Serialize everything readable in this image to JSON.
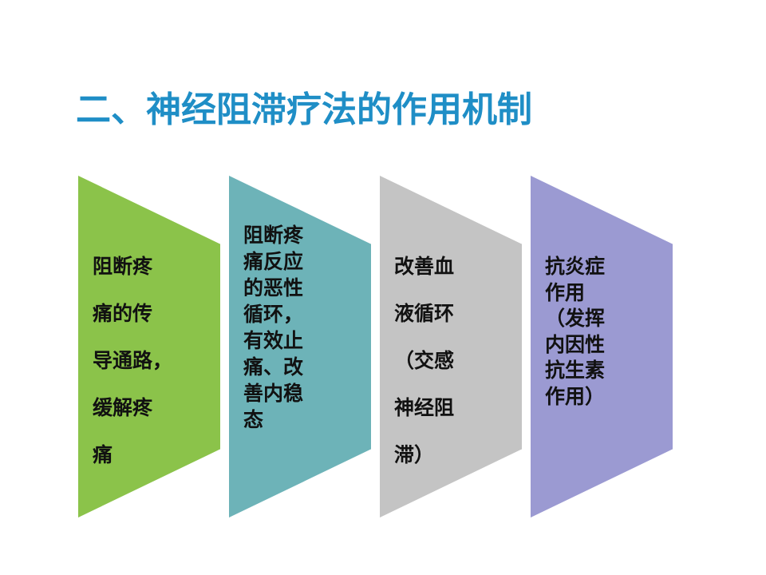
{
  "slide": {
    "title": "二、神经阻滞疗法的作用机制"
  },
  "steps": [
    {
      "text": "阻断疼\n痛的传\n导通路，\n缓解疼\n痛",
      "color": "#8bc34a"
    },
    {
      "text": "阻断疼\n痛反应\n的恶性\n循环，\n有效止\n痛、改\n善内稳\n态",
      "color": "#6db3b8"
    },
    {
      "text": "改善血\n液循环\n（交感\n神经阻\n滞）",
      "color": "#c4c4c4"
    },
    {
      "text": "抗炎症\n作用\n（发挥\n内因性\n抗生素\n作用）",
      "color": "#9b9ad2"
    }
  ]
}
